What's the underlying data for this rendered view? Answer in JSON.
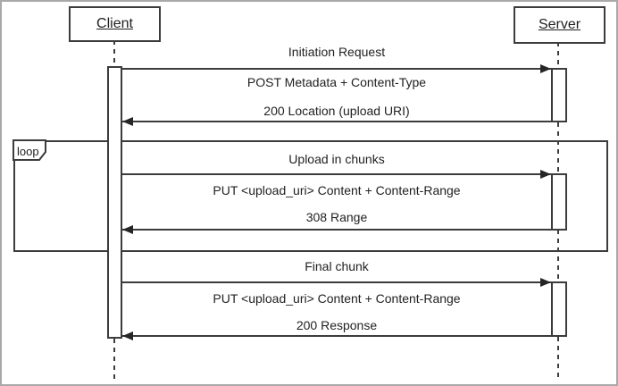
{
  "actors": [
    {
      "name": "Client"
    },
    {
      "name": "Server"
    }
  ],
  "loop": {
    "label": "loop"
  },
  "sections": [
    {
      "title": "Initiation Request",
      "request": "POST Metadata + Content-Type",
      "response": "200 Location (upload URI)"
    },
    {
      "title": "Upload in chunks",
      "request": "PUT <upload_uri> Content + Content-Range",
      "response": "308 Range"
    },
    {
      "title": "Final chunk",
      "request": "PUT <upload_uri> Content + Content-Range",
      "response": "200 Response"
    }
  ],
  "colors": {
    "line": "#3c3c3c",
    "text": "#1f1f1f",
    "background": "#ffffff",
    "frame_border": "#a9a9a9"
  }
}
